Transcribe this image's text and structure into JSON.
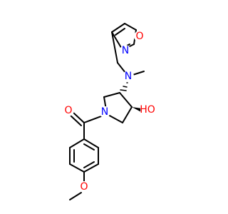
{
  "molecule": {
    "atoms": {
      "isoxazole_o": {
        "text": "O",
        "color": "#ff0000"
      },
      "isoxazole_n": {
        "text": "N",
        "color": "#0000ff"
      },
      "amine_n": {
        "text": "N",
        "color": "#0000ff"
      },
      "pyrrolidine_n": {
        "text": "N",
        "color": "#0000ff"
      },
      "hydroxyl": {
        "text": "HO",
        "color": "#ff0000"
      },
      "carbonyl_o": {
        "text": "O",
        "color": "#ff0000"
      },
      "methoxy_o": {
        "text": "O",
        "color": "#ff0000"
      }
    },
    "bond_color": "#000000"
  }
}
